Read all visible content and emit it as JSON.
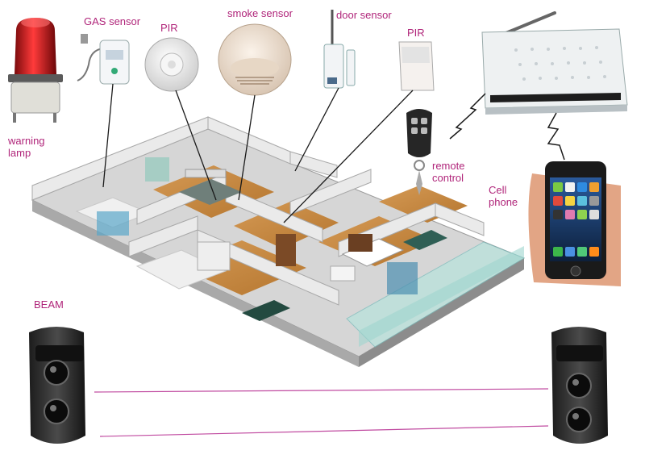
{
  "labels": {
    "warning_lamp": [
      "warning",
      "lamp"
    ],
    "gas_sensor": "GAS sensor",
    "pir_left": "PIR",
    "smoke_sensor": "smoke sensor",
    "door_sensor": "door sensor",
    "pir_right": "PIR",
    "remote_control": [
      "remote",
      "control"
    ],
    "cell_phone": [
      "Cell",
      "phone"
    ],
    "beam": "BEAM"
  },
  "colors": {
    "label_text": "#b0257a",
    "beam_line": "#c04aa0",
    "connector_line": "#1a1a1a",
    "lamp_red": "#c8141a",
    "floor_wood": "#c9883f",
    "wall": "#e8e8e8",
    "glass": "#9fd6cf"
  },
  "icons": [
    "warning-lamp-icon",
    "gas-sensor-icon",
    "pir-sensor-icon",
    "smoke-sensor-icon",
    "door-sensor-icon",
    "remote-control-icon",
    "gsm-alarm-panel-icon",
    "cell-phone-icon",
    "beam-sensor-icon"
  ]
}
